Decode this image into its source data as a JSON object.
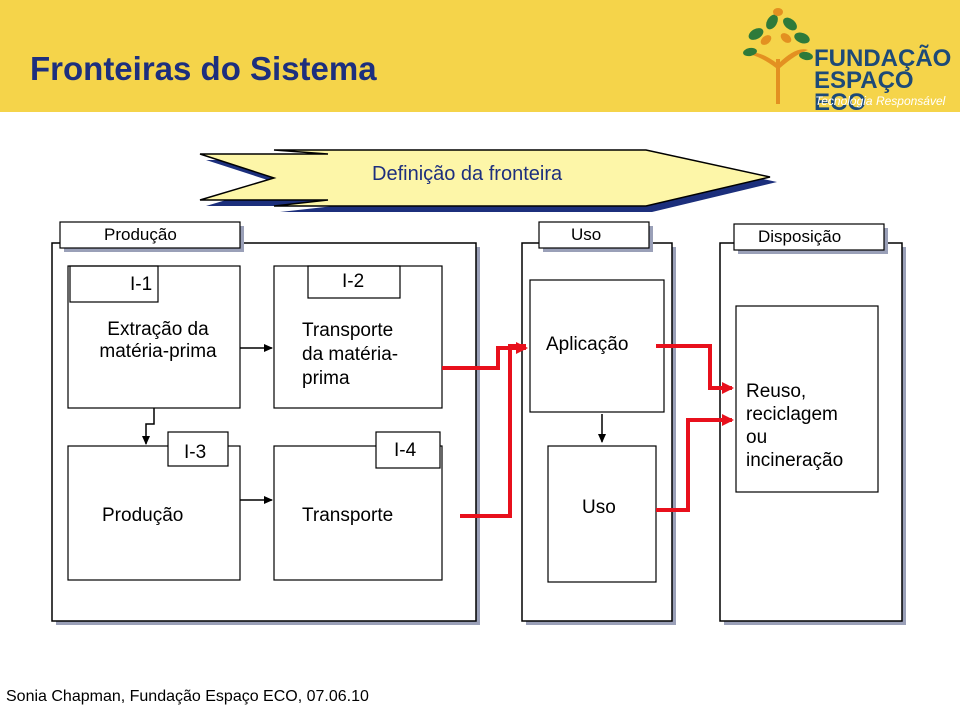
{
  "title": "Fronteiras do Sistema",
  "logo": {
    "name_line1": "FUNDAÇÃO",
    "name_line2": "ESPAÇO ECO",
    "tagline": "Tecnologia Responsável"
  },
  "banner": {
    "label": "Definição da fronteira"
  },
  "phases": {
    "producao": "Produção",
    "uso": "Uso",
    "disposicao": "Disposição"
  },
  "boxes": {
    "i1": "I-1",
    "i2": "I-2",
    "i3": "I-3",
    "i4": "I-4",
    "extracao_line1": "Extração da",
    "extracao_line2": "matéria-prima",
    "transporte_mp_line1": "Transporte",
    "transporte_mp_line2": "da matéria-",
    "transporte_mp_line3": "prima",
    "producao": "Produção",
    "transporte": "Transporte",
    "aplicacao": "Aplicação",
    "uso": "Uso",
    "reuso_line1": "Reuso,",
    "reuso_line2": "reciclagem",
    "reuso_line3": "ou",
    "reuso_line4": "incineração"
  },
  "footer": "Sonia Chapman, Fundação Espaço ECO, 07.06.10",
  "colors": {
    "header_bg": "#f5d44a",
    "title": "#1d2f7e",
    "arrow_red": "#e8101c",
    "banner_bg": "#fdf6a8"
  }
}
